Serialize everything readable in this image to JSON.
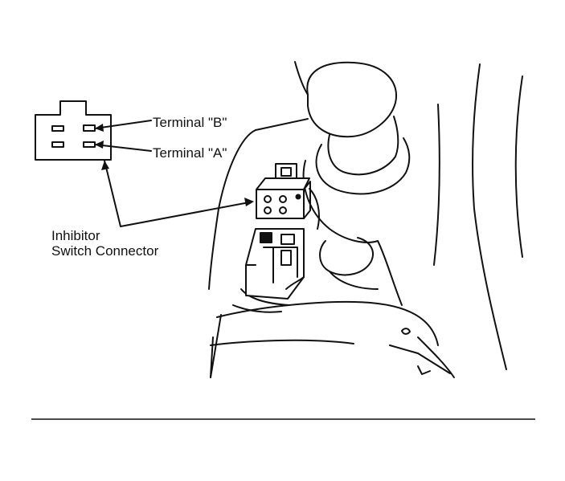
{
  "labels": {
    "terminal_b": "Terminal \"B\"",
    "terminal_a": "Terminal \"A\"",
    "connector_line1": "Inhibitor",
    "connector_line2": "Switch Connector"
  }
}
